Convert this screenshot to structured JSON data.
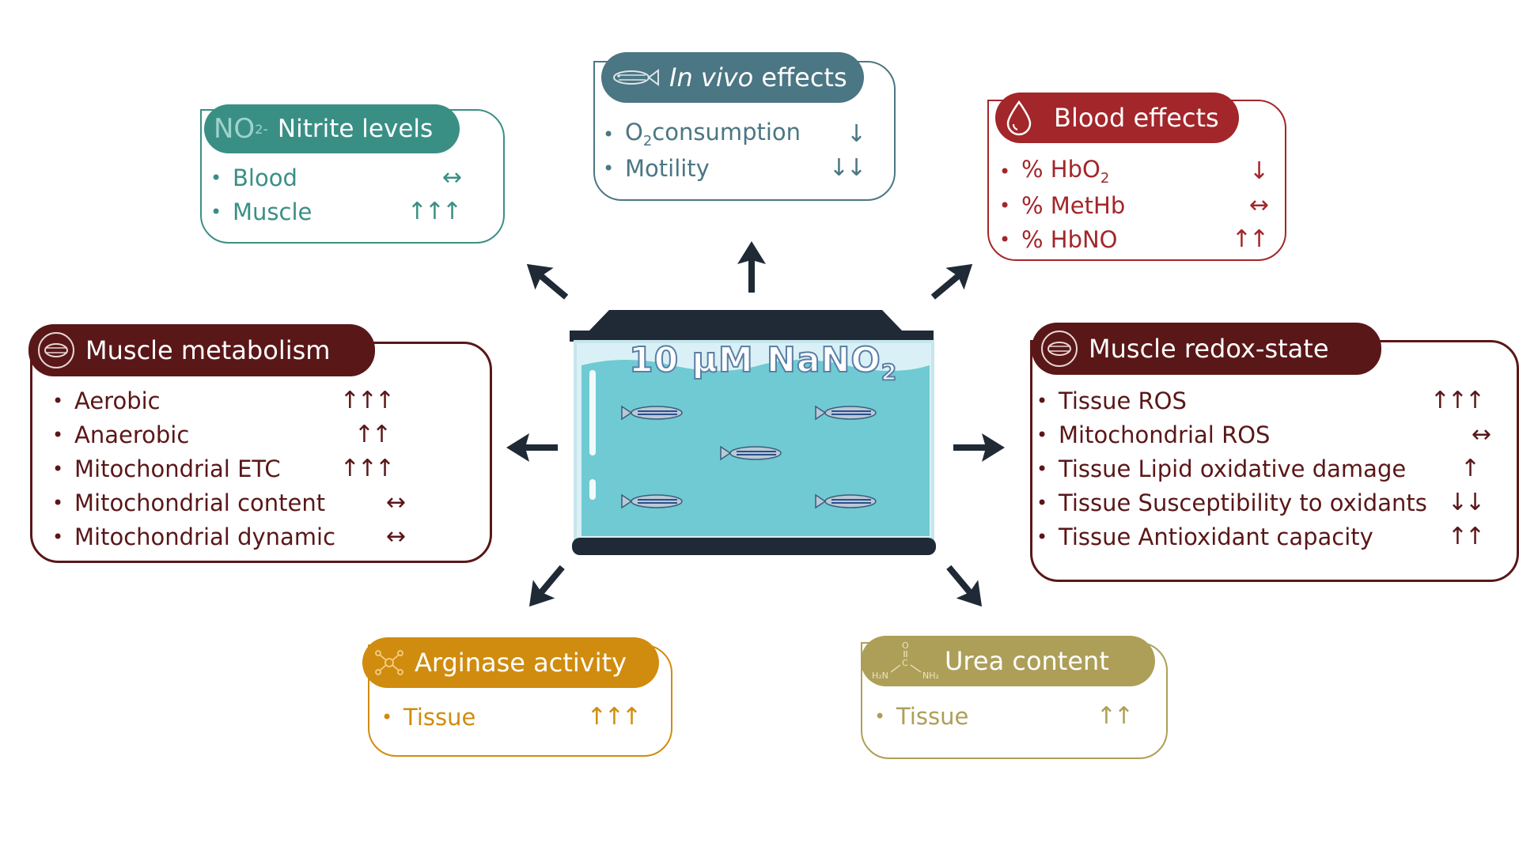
{
  "colors": {
    "nitrite": "#3a8f85",
    "invivo": "#4b7683",
    "blood": "#a3262a",
    "metabolism": "#5a1718",
    "redox": "#5a1718",
    "arginase": "#d08c0e",
    "urea": "#ad9f58",
    "dark": "#1f2a36",
    "water": "#6fcad3"
  },
  "tank": {
    "label_main": "10 μM NaNO",
    "label_sub": "2"
  },
  "panels": {
    "nitrite": {
      "title": "Nitrite levels",
      "icon": "no2-icon",
      "icon_text": "NO",
      "icon_sub": "2",
      "icon_sup": "-",
      "items": [
        {
          "label": "Blood",
          "arrow": "↔"
        },
        {
          "label": "Muscle",
          "arrow": "↑↑↑"
        }
      ]
    },
    "invivo": {
      "title_em": "In vivo",
      "title_rest": " effects",
      "icon": "fish-icon",
      "items": [
        {
          "label_pre": "O",
          "label_sub": "2",
          "label_post": "consumption",
          "arrow": "↓"
        },
        {
          "label": "Motility",
          "arrow": "↓↓"
        }
      ]
    },
    "blood": {
      "title": "Blood effects",
      "icon": "blood-drop-icon",
      "items": [
        {
          "label_pre": "% HbO",
          "label_sub": "2",
          "arrow": "↓"
        },
        {
          "label": "% MetHb",
          "arrow": "↔"
        },
        {
          "label": "% HbNO",
          "arrow": "↑↑"
        }
      ]
    },
    "metabolism": {
      "title": "Muscle metabolism",
      "icon": "muscle-icon",
      "items": [
        {
          "label": "Aerobic",
          "arrow": "↑↑↑"
        },
        {
          "label": "Anaerobic",
          "arrow": "↑↑"
        },
        {
          "label": "Mitochondrial ETC",
          "arrow": "↑↑↑"
        },
        {
          "label": "Mitochondrial content",
          "arrow": "↔"
        },
        {
          "label": "Mitochondrial dynamic",
          "arrow": "↔"
        }
      ]
    },
    "redox": {
      "title": "Muscle redox-state",
      "icon": "muscle-icon",
      "items": [
        {
          "label": "Tissue ROS",
          "arrow": "↑↑↑"
        },
        {
          "label": "Mitochondrial ROS",
          "arrow": "↔"
        },
        {
          "label": "Tissue Lipid oxidative damage",
          "arrow": "↑"
        },
        {
          "label": "Tissue Susceptibility to oxidants",
          "arrow": "↓↓"
        },
        {
          "label": "Tissue Antioxidant capacity",
          "arrow": "↑↑"
        }
      ]
    },
    "arginase": {
      "title": "Arginase activity",
      "icon": "molecule-icon",
      "items": [
        {
          "label": "Tissue",
          "arrow": "↑↑↑"
        }
      ]
    },
    "urea": {
      "title": "Urea content",
      "icon": "urea-structure-icon",
      "icon_left": "H₂N",
      "icon_right": "NH₂",
      "icon_top": "O",
      "icon_c": "C",
      "items": [
        {
          "label": "Tissue",
          "arrow": "↑↑"
        }
      ]
    }
  }
}
